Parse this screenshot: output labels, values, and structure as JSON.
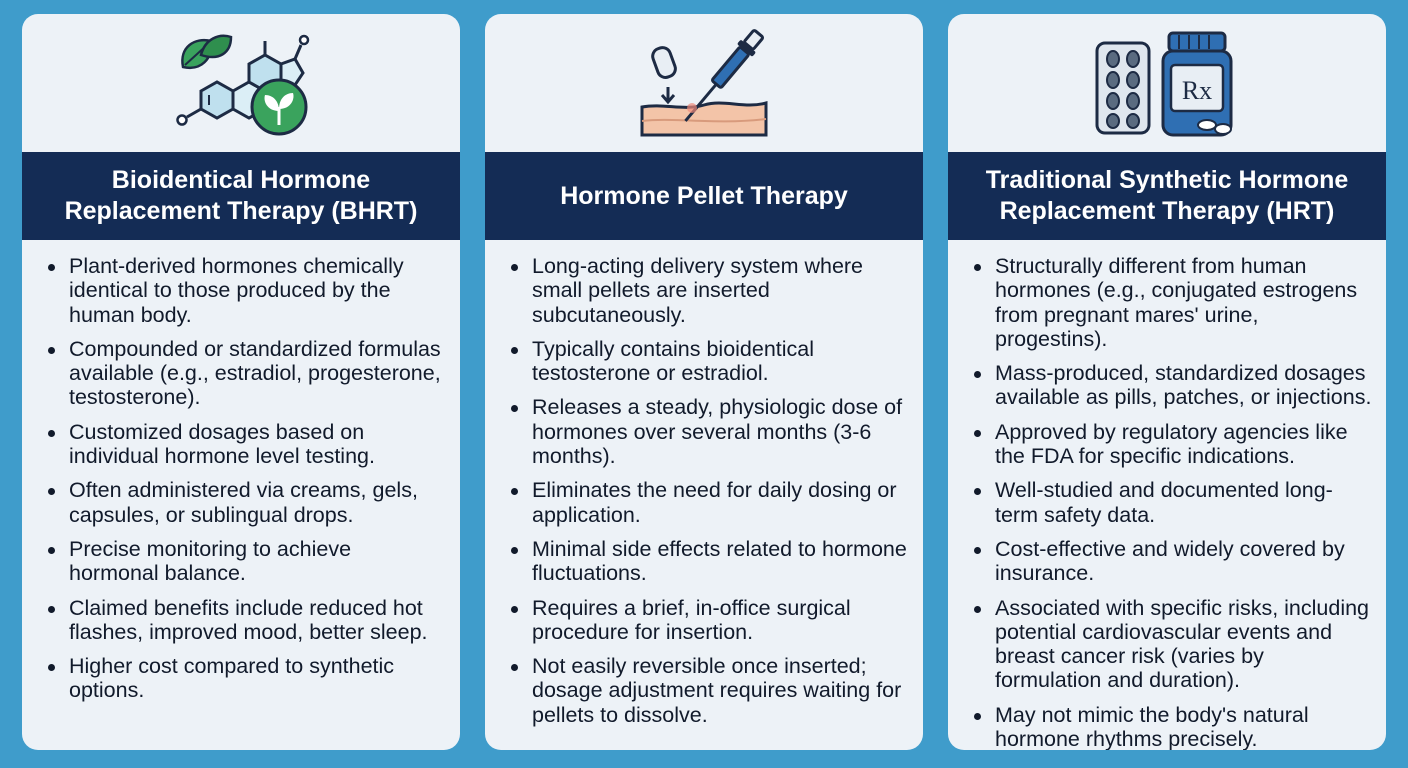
{
  "cards": [
    {
      "icon": "plant-molecule-icon",
      "title_line1": "Bioidentical Hormone",
      "title_line2": "Replacement Therapy (BHRT)",
      "items": [
        "Plant-derived hormones chemically identical to those produced by the human body.",
        "Compounded or standardized formulas available (e.g., estradiol, progesterone, testosterone).",
        "Customized dosages based on individual hormone level testing.",
        "Often administered via creams, gels, capsules, or sublingual drops.",
        "Precise monitoring to achieve hormonal balance.",
        "Claimed benefits include reduced hot flashes, improved mood, better sleep.",
        "Higher cost compared to synthetic options."
      ]
    },
    {
      "icon": "pellet-injection-icon",
      "title_line1": "Hormone Pellet Therapy",
      "title_line2": "",
      "items": [
        "Long-acting delivery system where small pellets are inserted subcutaneously.",
        "Typically contains bioidentical testosterone or estradiol.",
        "Releases a steady, physiologic dose of hormones over several months (3-6 months).",
        "Eliminates the need for daily dosing or application.",
        "Minimal side effects related to hormone fluctuations.",
        "Requires a brief, in-office surgical procedure for insertion.",
        "Not easily reversible once inserted; dosage adjustment requires waiting for pellets to dissolve."
      ]
    },
    {
      "icon": "pill-bottle-rx-icon",
      "rx_label": "Rx",
      "title_line1": "Traditional Synthetic Hormone",
      "title_line2": "Replacement Therapy (HRT)",
      "items": [
        "Structurally different from human hormones (e.g., conjugated estrogens from pregnant mares' urine, progestins).",
        "Mass-produced, standardized dosages available as pills, patches, or injections.",
        "Approved by regulatory agencies like the FDA for specific indications.",
        "Well-studied and documented long-term safety data.",
        "Cost-effective and widely covered by insurance.",
        "Associated with specific risks, including potential cardiovascular events and breast cancer risk (varies by formulation and duration).",
        "May not mimic the body's natural hormone rhythms precisely."
      ]
    }
  ],
  "colors": {
    "background": "#3f9ccb",
    "card": "#edf2f7",
    "header": "#142c55",
    "accent_green": "#3aa35d",
    "accent_blue": "#2f6fb3"
  }
}
